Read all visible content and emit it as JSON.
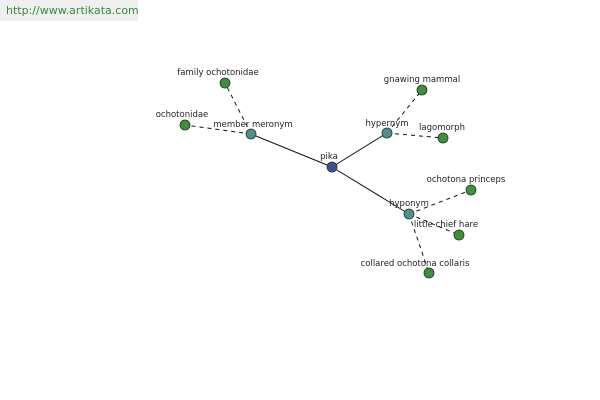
{
  "source_link": "http://www.artikata.com",
  "colors": {
    "root": "#3f4f8f",
    "relation": "#4f8f8f",
    "leaf": "#3f8f3f"
  },
  "nodes": [
    {
      "id": "pika",
      "label": "pika",
      "kind": "root",
      "icon": "root-node"
    },
    {
      "id": "member-meronym",
      "label": "member meronym",
      "kind": "relation",
      "icon": "relation-node"
    },
    {
      "id": "hypernym",
      "label": "hypernym",
      "kind": "relation",
      "icon": "relation-node"
    },
    {
      "id": "hyponym",
      "label": "hyponym",
      "kind": "relation",
      "icon": "relation-node"
    },
    {
      "id": "family-ochotonidae",
      "label": "family ochotonidae",
      "kind": "leaf",
      "icon": "leaf-node"
    },
    {
      "id": "ochotonidae",
      "label": "ochotonidae",
      "kind": "leaf",
      "icon": "leaf-node"
    },
    {
      "id": "gnawing-mammal",
      "label": "gnawing mammal",
      "kind": "leaf",
      "icon": "leaf-node"
    },
    {
      "id": "lagomorph",
      "label": "lagomorph",
      "kind": "leaf",
      "icon": "leaf-node"
    },
    {
      "id": "ochotona-princeps",
      "label": "ochotona princeps",
      "kind": "leaf",
      "icon": "leaf-node"
    },
    {
      "id": "little-chief-hare",
      "label": "little chief hare",
      "kind": "leaf",
      "icon": "leaf-node"
    },
    {
      "id": "collared-ochotona-collaris",
      "label": "collared ochotona collaris",
      "kind": "leaf",
      "icon": "leaf-node"
    }
  ],
  "edges": [
    {
      "from": "pika",
      "to": "member-meronym",
      "style": "solid"
    },
    {
      "from": "pika",
      "to": "hypernym",
      "style": "solid"
    },
    {
      "from": "pika",
      "to": "hyponym",
      "style": "solid"
    },
    {
      "from": "member-meronym",
      "to": "family-ochotonidae",
      "style": "dashed"
    },
    {
      "from": "member-meronym",
      "to": "ochotonidae",
      "style": "dashed"
    },
    {
      "from": "hypernym",
      "to": "gnawing-mammal",
      "style": "dashed"
    },
    {
      "from": "hypernym",
      "to": "lagomorph",
      "style": "dashed"
    },
    {
      "from": "hyponym",
      "to": "ochotona-princeps",
      "style": "dashed"
    },
    {
      "from": "hyponym",
      "to": "little-chief-hare",
      "style": "dashed"
    },
    {
      "from": "hyponym",
      "to": "collared-ochotona-collaris",
      "style": "dashed"
    }
  ]
}
